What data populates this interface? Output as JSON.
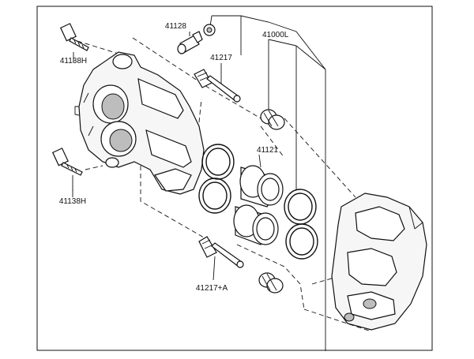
{
  "diagram": {
    "labels": {
      "p41128": "41128",
      "p41000L": "41000L",
      "p41217": "41217",
      "p41138H_top": "41138H",
      "p41121": "41121",
      "p41138H_bottom": "41138H",
      "p41217A": "41217+A"
    }
  }
}
